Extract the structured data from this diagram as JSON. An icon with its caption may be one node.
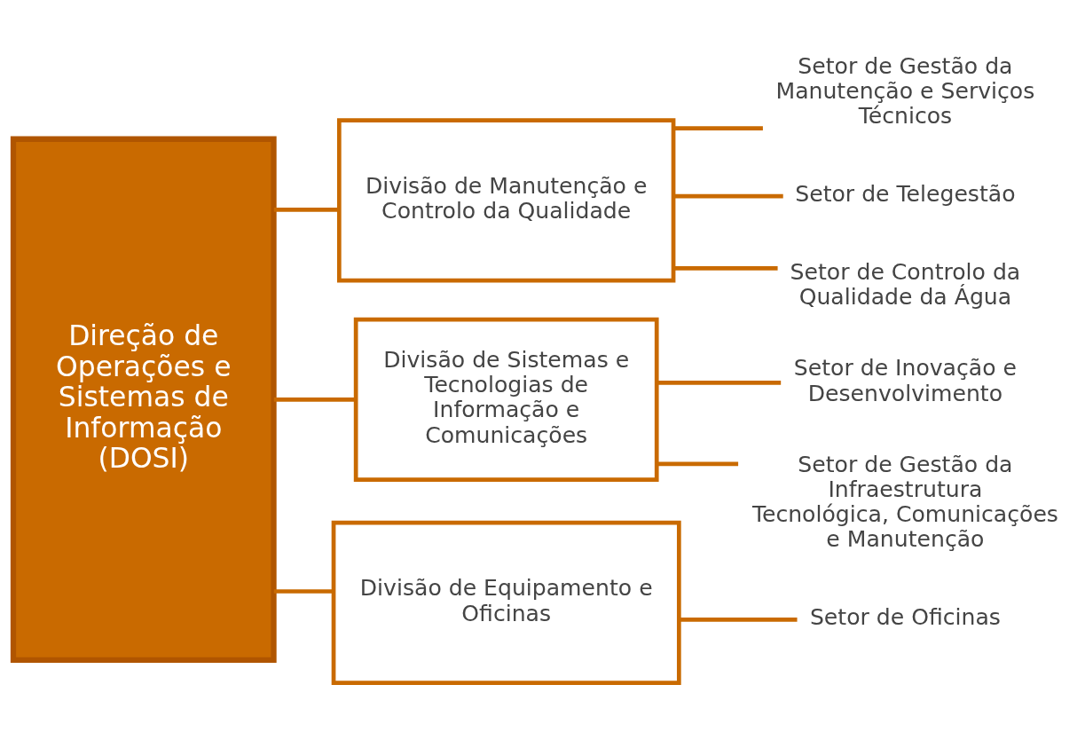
{
  "diagram": {
    "nodes": [
      {
        "text": [
          "Direção de Operações e Sistemas de Informação (DOSI)"
        ]
      },
      {
        "text": [
          "Divisão de Manutenção e Controlo da Qualidade"
        ]
      },
      {
        "text": [
          "Divisão de Sistemas e Tecnologias de Informação e Comunicações"
        ]
      },
      {
        "text": [
          "Divisão de Equipamento e Oficinas"
        ]
      },
      {
        "text": [
          "Setor de Gestão da Manutenção e Serviços Técnicos"
        ]
      },
      {
        "text": [
          "Setor de Telegestão"
        ]
      },
      {
        "text": [
          "Setor de Controlo da Qualidade da Água"
        ]
      },
      {
        "text": [
          "Setor de Inovação e Desenvolvimento"
        ]
      },
      {
        "text": [
          "Setor de Gestão da Infraestrutura Tecnológica, Comunicações e Manutenção"
        ]
      },
      {
        "text": [
          "Setor de Oficinas"
        ]
      }
    ],
    "edges": [
      {
        "from": 0,
        "to": 1,
        "arrow": "none"
      },
      {
        "from": 0,
        "to": 2,
        "arrow": "none"
      },
      {
        "from": 0,
        "to": 3,
        "arrow": "none"
      },
      {
        "from": 1,
        "to": 4,
        "arrow": "none"
      },
      {
        "from": 1,
        "to": 5,
        "arrow": "none"
      },
      {
        "from": 1,
        "to": 6,
        "arrow": "none"
      },
      {
        "from": 2,
        "to": 7,
        "arrow": "none"
      },
      {
        "from": 2,
        "to": 8,
        "arrow": "none"
      },
      {
        "from": 3,
        "to": 9,
        "arrow": "none"
      }
    ]
  }
}
